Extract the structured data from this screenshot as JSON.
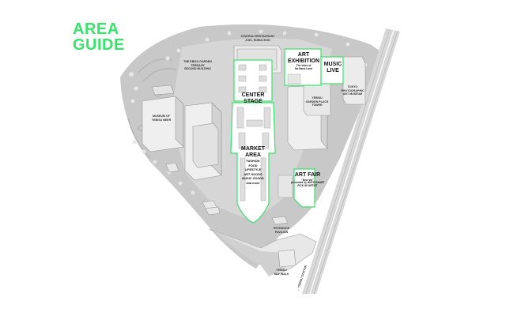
{
  "title": {
    "line1": "AREA",
    "line2": "GUIDE"
  },
  "colors": {
    "accent_green": "#37e36b",
    "building": "#e4e4e4",
    "ground": "#c7c7c7",
    "rail": "#d8d8d8"
  },
  "areas": {
    "art_exhibition": {
      "title_line1": "ART",
      "title_line2": "EXHIBITION",
      "sub_line1": "The Voice of",
      "sub_line2": "No Mans Land"
    },
    "music_live": {
      "line1": "MUSIC",
      "line2": "LIVE"
    },
    "center_stage": {
      "line1": "CENTER",
      "line2": "STAGE"
    },
    "market_area": {
      "line1": "MARKET",
      "line2": "AREA",
      "items": [
        "FASHION",
        "FOOD",
        "LIFESTYLE",
        "ART GOODS",
        "MUSIC GOODS",
        "and more"
      ]
    },
    "art_fair": {
      "title": "ART FAIR",
      "sub1": "\"New Vol\"",
      "sub2": "presented by HUSTLE&ART",
      "sub3": "PICK UP ARTIST"
    }
  },
  "labels": {
    "chateau_l1": "CHATEAU RESTAURANT",
    "chateau_l2": "JOEL ROBUCHON",
    "ebisu_l1": "THE EBISU GARDEN",
    "ebisu_l2": "TERRACE",
    "ebisu_l3": "SECOND BUILDING",
    "museum_l1": "MUSEUM OF",
    "museum_l2": "YEBISU BEER",
    "tower_l1": "YEBISU",
    "tower_l2": "GARDEN PLACE",
    "tower_l3": "TOWER",
    "photo_l1": "TOKYO",
    "photo_l2": "PHOTOGRAPHIC",
    "photo_l3": "ART MUSEUM",
    "pavilion_l1": "ENTRANCE",
    "pavilion_l2": "PAVILION",
    "skywalk_l1": "YEBISU",
    "skywalk_l2": "SKY WALK",
    "station": "← YEBISU STATION"
  }
}
